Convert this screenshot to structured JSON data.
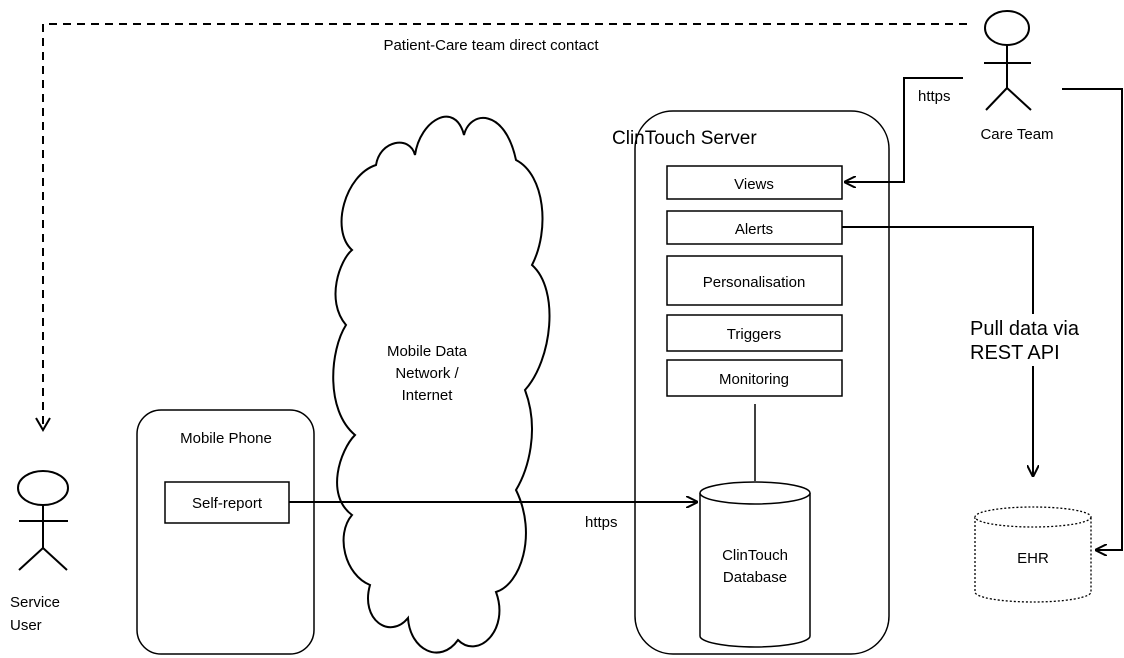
{
  "actors": {
    "care_team": "Care Team",
    "service_user": [
      "Service",
      "User"
    ]
  },
  "links": {
    "direct_contact": "Patient-Care team direct contact",
    "https_care_team": "https",
    "https_phone": "https",
    "pull_data": [
      "Pull data via",
      "REST API"
    ]
  },
  "mobile_phone": {
    "title": "Mobile Phone",
    "self_report": "Self-report"
  },
  "network": [
    "Mobile Data",
    "Network /",
    "Internet"
  ],
  "server": {
    "title": "ClinTouch Server",
    "modules": [
      "Views",
      "Alerts",
      "Personalisation",
      "Triggers",
      "Monitoring"
    ],
    "database": [
      "ClinTouch",
      "Database"
    ]
  },
  "ehr": "EHR"
}
